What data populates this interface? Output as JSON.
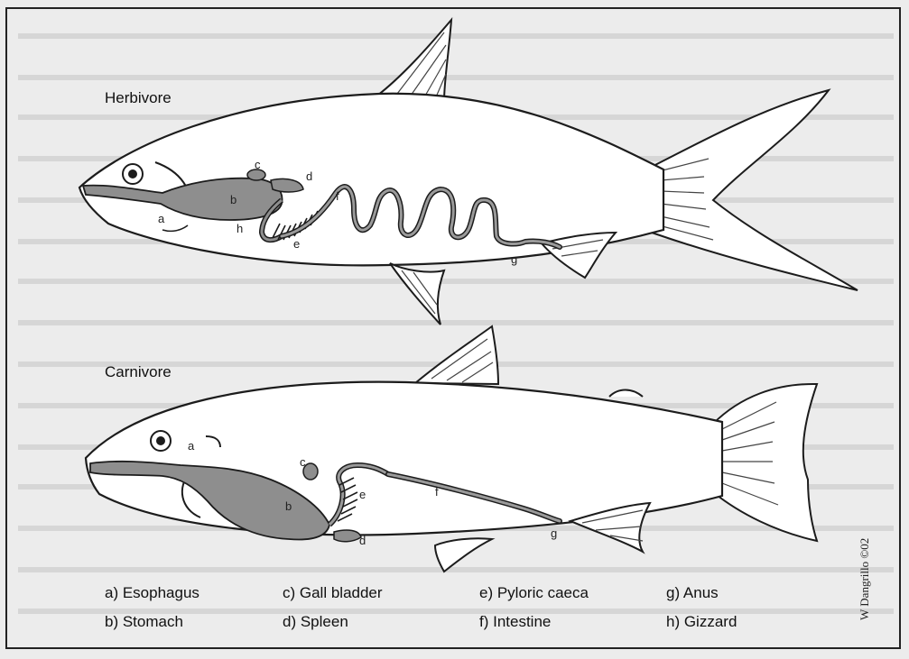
{
  "figure": {
    "herbivore_title": "Herbivore",
    "carnivore_title": "Carnivore",
    "herbivore_markers": {
      "a": "a",
      "b": "b",
      "c": "c",
      "d": "d",
      "e": "e",
      "f": "f",
      "g": "g",
      "h": "h"
    },
    "carnivore_markers": {
      "a": "a",
      "b": "b",
      "c": "c",
      "d": "d",
      "e": "e",
      "f": "f",
      "g": "g"
    },
    "signature": "W Dangrillo ©02"
  },
  "legend": {
    "items": [
      "a) Esophagus",
      "b) Stomach",
      "c) Gall bladder",
      "d) Spleen",
      "e) Pyloric caeca",
      "f) Intestine",
      "g) Anus",
      "h) Gizzard"
    ]
  },
  "colors": {
    "organ": "#8e8e8e",
    "outline": "#1c1c1c",
    "body": "#ffffff",
    "page": "#ececec"
  }
}
